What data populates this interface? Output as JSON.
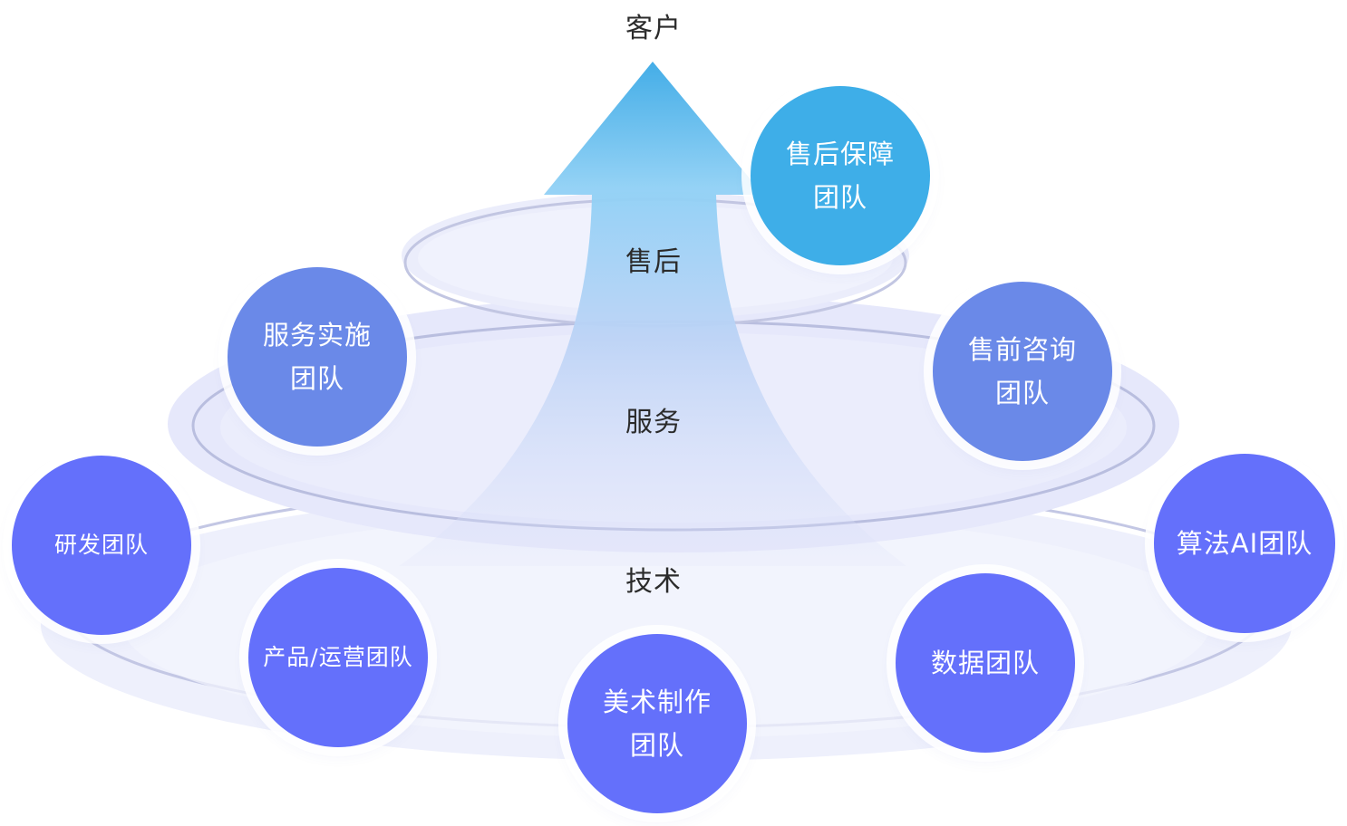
{
  "tiers": {
    "customer": "客户",
    "after_sales": "售后",
    "service": "服务",
    "tech": "技术"
  },
  "teams": {
    "after_sales_support": "售后保障\n团队",
    "service_implementation": "服务实施\n团队",
    "presales_consulting": "售前咨询\n团队",
    "rnd": "研发团队",
    "algorithm_ai": "算法AI团队",
    "product_ops": "产品/运营团队",
    "art_production": "美术制作\n团队",
    "data": "数据团队"
  },
  "colors": {
    "top_circle": "#3eaee8",
    "mid_circle": "#6a89e8",
    "bottom_circle": "#6470fb",
    "arrow_top": "#41aee8",
    "arrow_bottom": "#d6daf8",
    "ellipse_fill": "#eceefc",
    "ellipse_stroke": "#c7cbe6"
  }
}
